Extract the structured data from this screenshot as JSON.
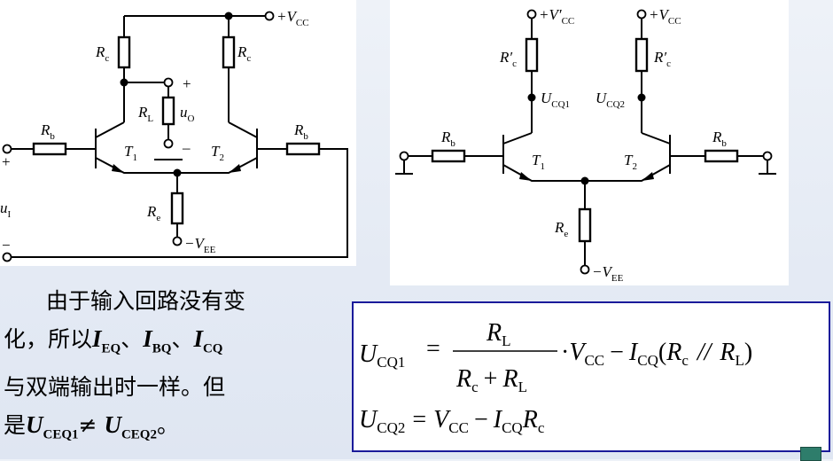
{
  "diagram_left": {
    "vcc": "+V",
    "vcc_sub": "CC",
    "rc1": "R",
    "rc1_sub": "c",
    "rc2": "R",
    "rc2_sub": "c",
    "rl": "R",
    "rl_sub": "L",
    "uo": "u",
    "uo_sub": "O",
    "plus": "+",
    "minus": "–",
    "t1": "T",
    "t1_sub": "1",
    "t2": "T",
    "t2_sub": "2",
    "rb1": "R",
    "rb1_sub": "b",
    "rb2": "R",
    "rb2_sub": "b",
    "re": "R",
    "re_sub": "e",
    "vee": "−V",
    "vee_sub": "EE",
    "ui": "u",
    "ui_sub": "I",
    "in_plus": "+",
    "in_minus": "−"
  },
  "diagram_right": {
    "vcc1": "+V′",
    "vcc1_sub": "CC",
    "vcc2": "+V",
    "vcc2_sub": "CC",
    "rc1": "R′",
    "rc1_sub": "c",
    "rc2": "R′",
    "rc2_sub": "c",
    "ucq1": "U",
    "ucq1_sub": "CQ1",
    "ucq2": "U",
    "ucq2_sub": "CQ2",
    "t1": "T",
    "t1_sub": "1",
    "t2": "T",
    "t2_sub": "2",
    "rb1": "R",
    "rb1_sub": "b",
    "rb2": "R",
    "rb2_sub": "b",
    "re": "R",
    "re_sub": "e",
    "vee": "−V",
    "vee_sub": "EE"
  },
  "explanation": {
    "line1": "由于输入回路没有变",
    "line2_a": "化，所以",
    "ieq": "I",
    "ieq_sub": "EQ",
    "sep1": "、",
    "ibq": "I",
    "ibq_sub": "BQ",
    "sep2": "、",
    "icq": "I",
    "icq_sub": "CQ",
    "line3": "与双端输出时一样。但",
    "line4_a": "是",
    "uceq1": "U",
    "uceq1_sub": "CEQ1",
    "neq": "≠ ",
    "uceq2": "U",
    "uceq2_sub": "CEQ2",
    "line4_end": "。"
  },
  "formulas": {
    "f1_lhs": "U",
    "f1_lhs_sub": "CQ1",
    "eq": "=",
    "num": "R",
    "num_sub": "L",
    "den_a": "R",
    "den_a_sub": "c",
    "den_plus": "+",
    "den_b": "R",
    "den_b_sub": "L",
    "dot": "·",
    "vcc": "V",
    "vcc_sub": "CC",
    "minus": "−",
    "icq": "I",
    "icq_sub": "CQ",
    "paren_open": "(",
    "rc": "R",
    "rc_sub": "c",
    "parallel": "//",
    "rl": "R",
    "rl_sub": "L",
    "paren_close": ")",
    "f2_lhs": "U",
    "f2_lhs_sub": "CQ2",
    "f2_vcc": "V",
    "f2_vcc_sub": "CC",
    "f2_icq": "I",
    "f2_icq_sub": "CQ",
    "f2_rc": "R",
    "f2_rc_sub": "c"
  },
  "colors": {
    "formula_border": "#1a1a9a",
    "icon": "#2e7d6b"
  }
}
